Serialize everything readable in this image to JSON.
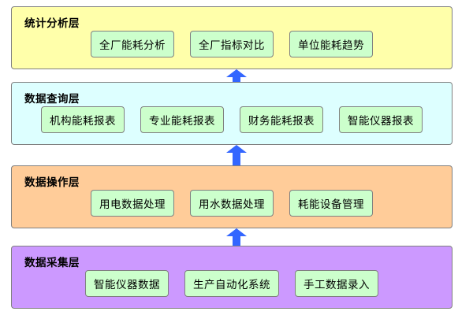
{
  "diagram": {
    "layers": [
      {
        "id": "statistics",
        "title": "统计分析层",
        "nodes": [
          "全厂能耗分析",
          "全厂指标对比",
          "单位能耗趋势"
        ]
      },
      {
        "id": "query",
        "title": "数据查询层",
        "nodes": [
          "机构能耗报表",
          "专业能耗报表",
          "财务能耗报表",
          "智能仪器报表"
        ]
      },
      {
        "id": "operation",
        "title": "数据操作层",
        "nodes": [
          "用电数据处理",
          "用水数据处理",
          "耗能设备管理"
        ]
      },
      {
        "id": "collection",
        "title": "数据采集层",
        "nodes": [
          "智能仪器数据",
          "生产自动化系统",
          "手工数据录入"
        ]
      }
    ],
    "arrows": [
      {
        "id": "collection-to-operation",
        "from": "数据采集层",
        "to": "数据操作层"
      },
      {
        "id": "operation-to-query",
        "from": "数据操作层",
        "to": "数据查询层"
      },
      {
        "id": "query-to-statistics",
        "from": "数据查询层",
        "to": "统计分析层"
      }
    ],
    "colors": {
      "statistics_bg": "#ffffaa",
      "query_bg": "#ddffff",
      "operation_bg": "#ffcc99",
      "collection_bg": "#cc99ff",
      "node_bg": "#ccffcc",
      "arrow": "#3366ff",
      "border": "#808080"
    }
  }
}
